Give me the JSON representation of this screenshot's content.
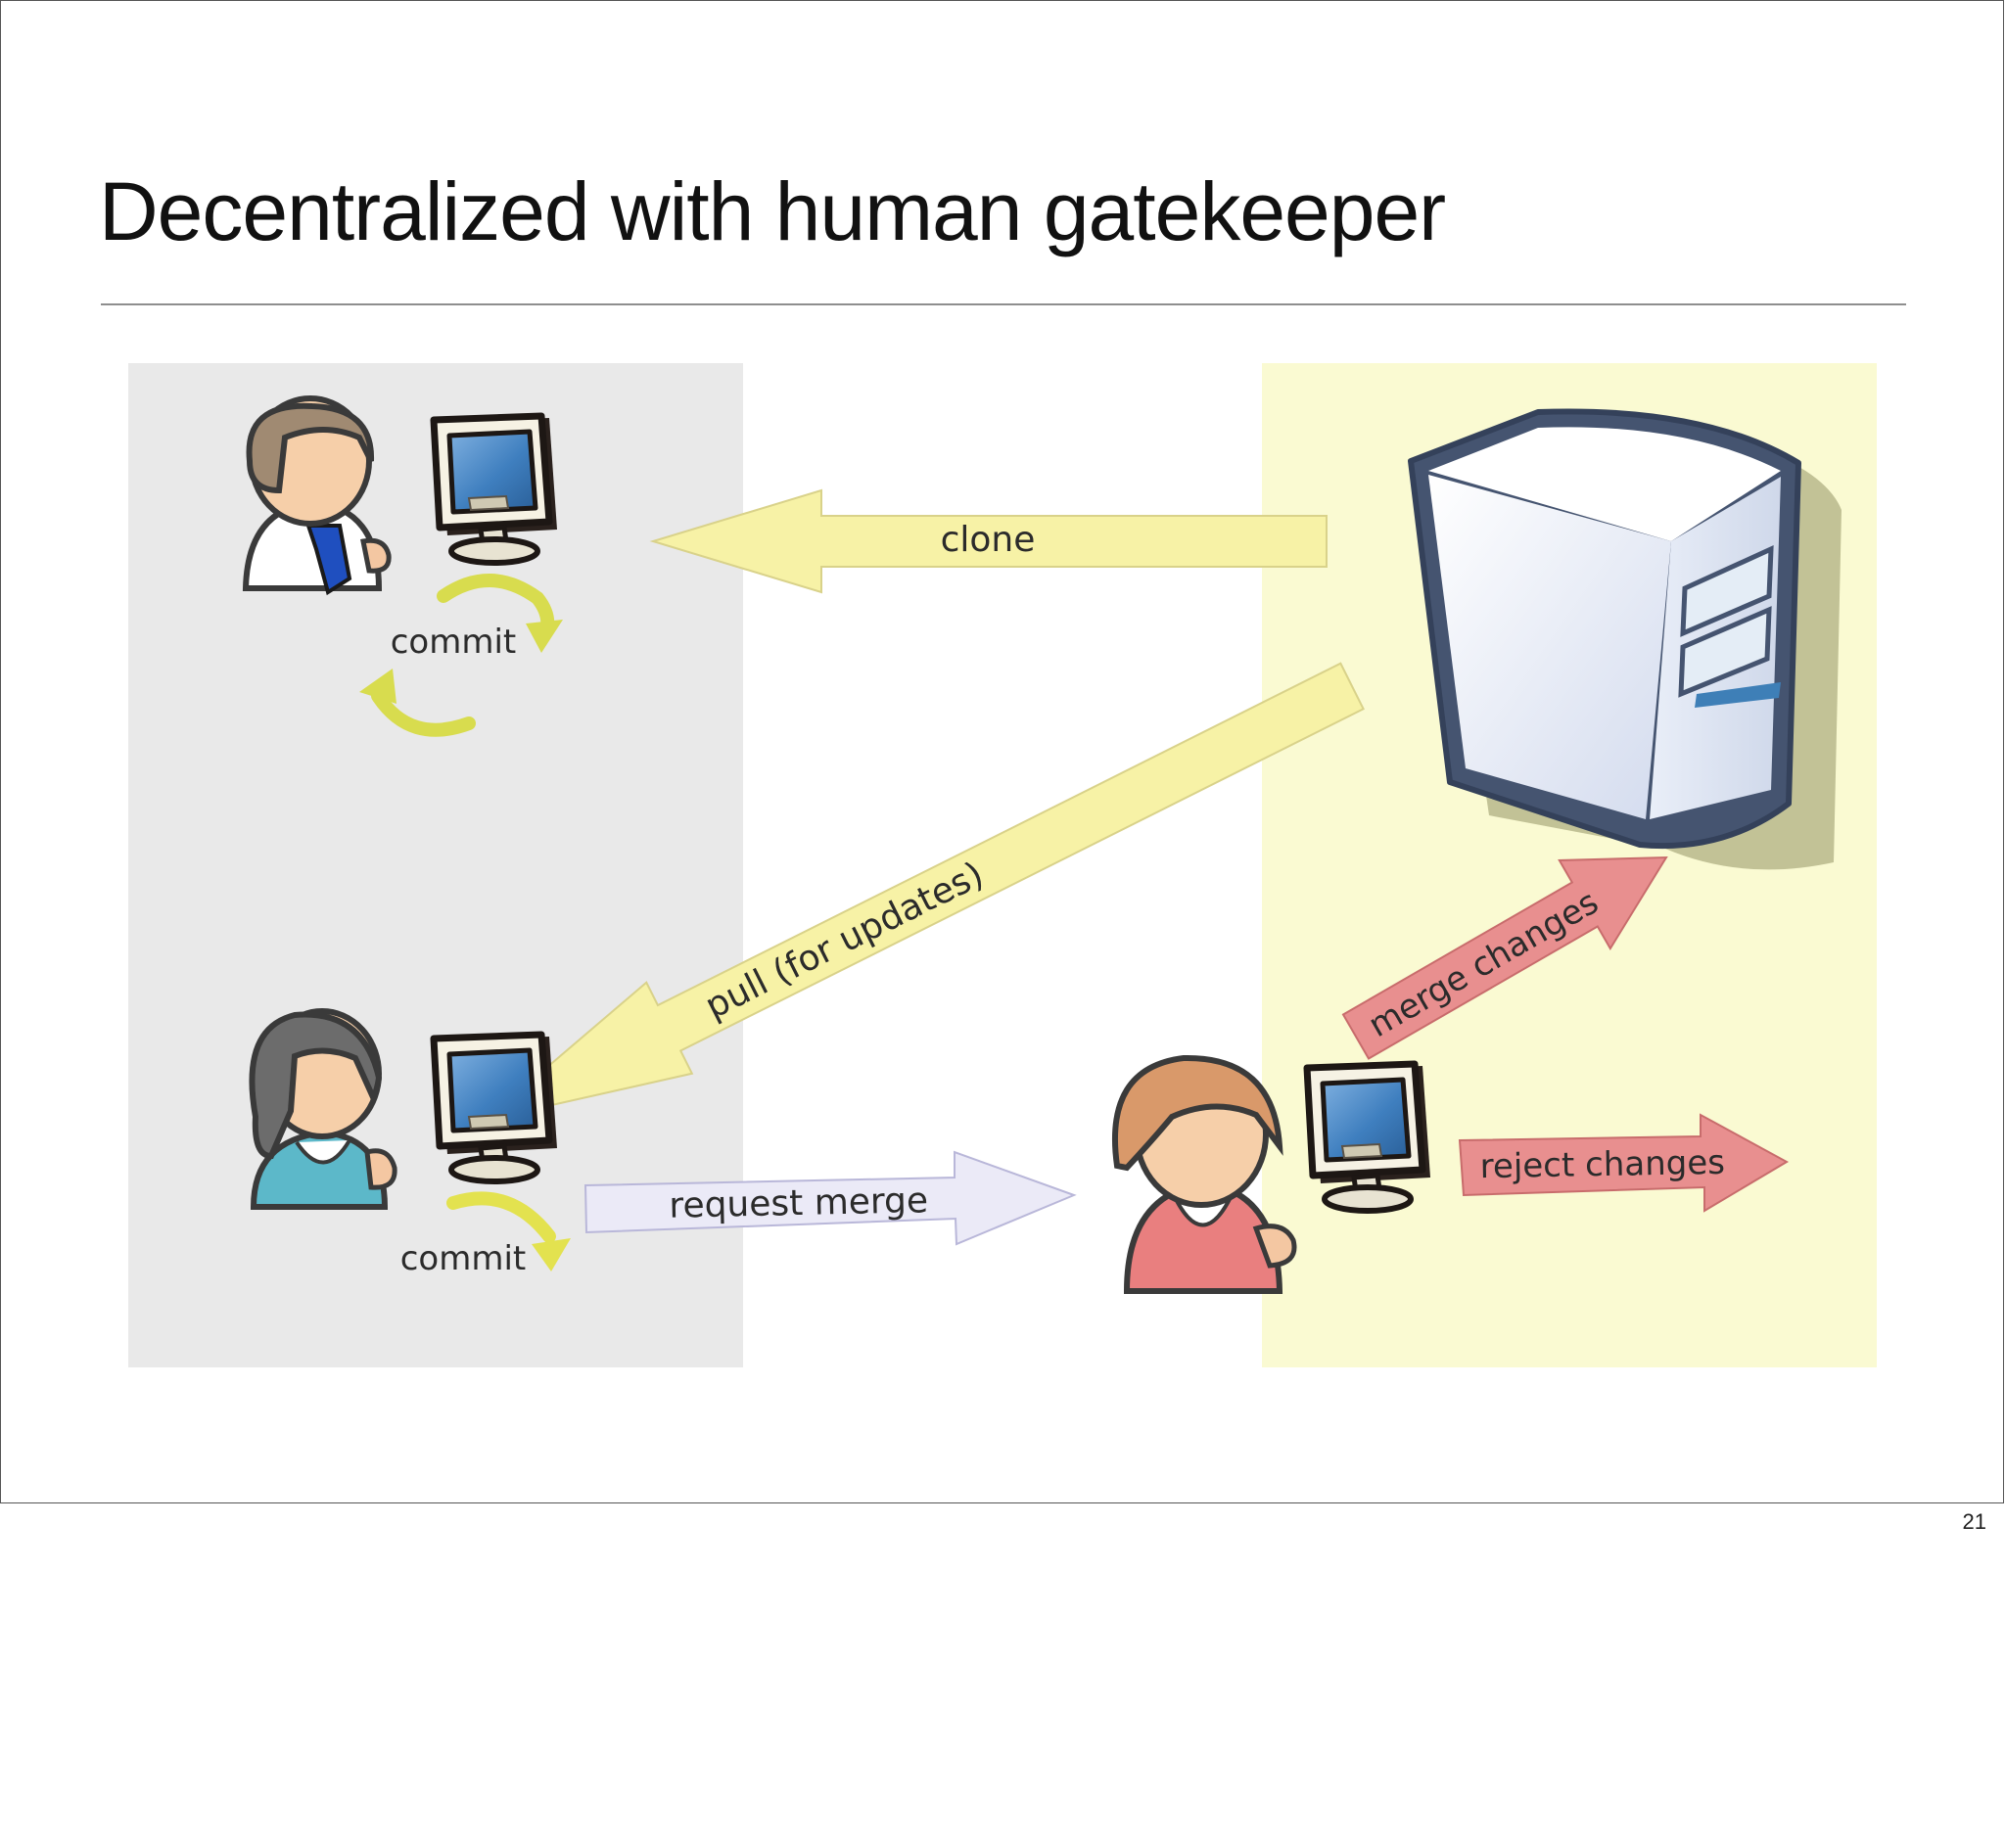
{
  "slide": {
    "title": "Decentralized with human gatekeeper",
    "page_number": "21"
  },
  "diagram": {
    "labels": {
      "commit_top": "commit",
      "commit_bottom": "commit",
      "clone": "clone",
      "pull": "pull (for updates)",
      "request_merge": "request merge",
      "merge_changes": "merge changes",
      "reject_changes": "reject changes"
    },
    "colors": {
      "developer_zone": "#e9e9e9",
      "gatekeeper_zone": "#fafad2",
      "arrow_yellow": "#f7f2a6",
      "arrow_lavender": "#ebeaf7",
      "arrow_red": "#e88f8f",
      "cycle_arrow": "#d8dc4e"
    },
    "icons": [
      "developer-male-icon",
      "developer-female-icon",
      "gatekeeper-icon",
      "monitor-icon",
      "server-icon",
      "commit-cycle-icon"
    ]
  }
}
